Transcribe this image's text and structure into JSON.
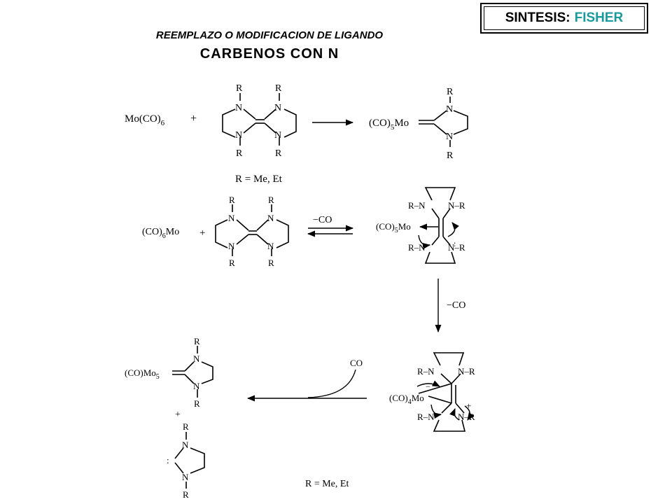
{
  "title": {
    "prefix": "SINTESIS:",
    "accent": "FISHER",
    "accent_color": "#1a9a9a"
  },
  "heading": "REEMPLAZO O MODIFICACION DE LIGANDO",
  "subheading": "CARBENOS CON N",
  "scheme": {
    "row1": {
      "reactant": [
        "Mo(CO)",
        "6"
      ],
      "plus": "+",
      "product_metal": [
        "(CO)",
        "5",
        "Mo"
      ],
      "r_definition": "R = Me, Et"
    },
    "row2": {
      "reactant": [
        "(CO)",
        "6",
        "Mo"
      ],
      "plus": "+",
      "equilibrium_label": "−CO",
      "intermediate_metal": [
        "(CO)",
        "5",
        "Mo"
      ]
    },
    "down_arrow_label": "−CO",
    "row3": {
      "intermediate_metal": [
        "(CO)",
        "4",
        "Mo"
      ],
      "co_label": "CO",
      "product_metal": [
        "(CO)Mo",
        "5"
      ],
      "plus": "+",
      "r_definition": "R = Me, Et"
    },
    "atoms": {
      "N": "N",
      "R": "R",
      "RN": "R–N",
      "NR": "N–R",
      "plus_charge": "+",
      "minus_charge": "−",
      "lone_pair": ":"
    }
  }
}
